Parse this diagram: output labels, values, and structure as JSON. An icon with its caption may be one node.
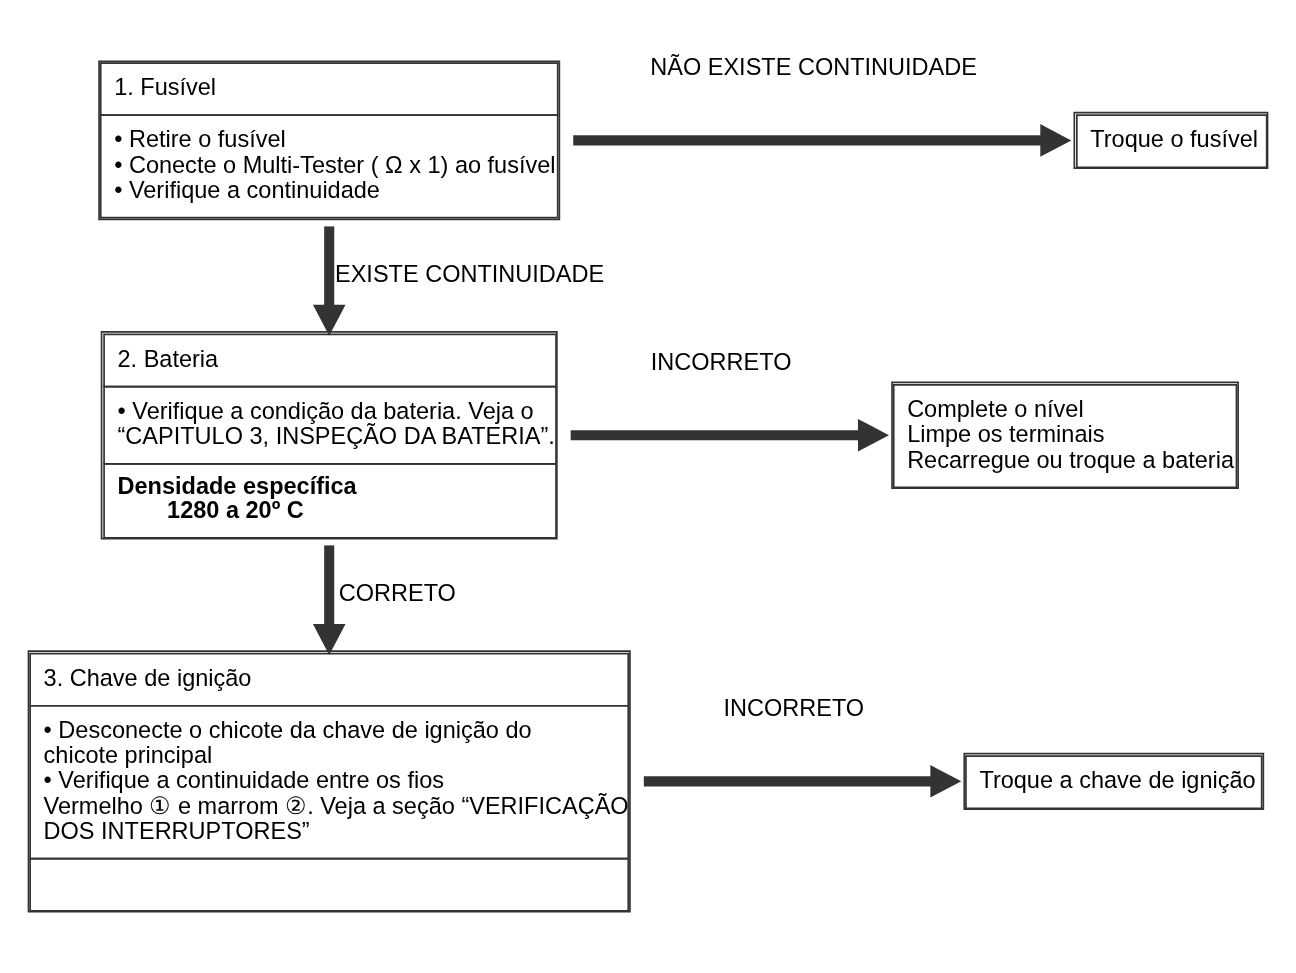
{
  "diagram": {
    "nodes": [
      {
        "text": [
          "1. Fusível",
          "• Retire o fusível",
          "• Conecte o Multi-Tester ( Ω x 1) ao fusível",
          "• Verifique a continuidade"
        ]
      },
      {
        "text": [
          "Troque o fusível"
        ]
      },
      {
        "text": [
          "2. Bateria",
          "• Verifique a condição da bateria. Veja o “CAPITULO 3, INSPEÇÃO DA BATERIA”.",
          "Densidade específica",
          "1280 a 20º C"
        ]
      },
      {
        "text": [
          "Complete o nível",
          "Limpe os terminais",
          "Recarregue ou troque a bateria"
        ]
      },
      {
        "text": [
          "3. Chave de ignição",
          "• Desconecte o chicote da chave de ignição do chicote principal",
          "• Verifique a continuidade entre os fios Vermelho ① e marrom ②. Veja a seção “VERIFICAÇÃO DOS INTERRUPTORES”"
        ]
      },
      {
        "text": [
          "Troque a chave de ignição"
        ]
      }
    ],
    "edges": [
      {
        "from": 0,
        "to": 1,
        "arrow": "to",
        "label": "NÃO EXISTE CONTINUIDADE"
      },
      {
        "from": 0,
        "to": 2,
        "arrow": "to",
        "label": "EXISTE CONTINUIDADE"
      },
      {
        "from": 2,
        "to": 3,
        "arrow": "to",
        "label": "INCORRETO"
      },
      {
        "from": 2,
        "to": 4,
        "arrow": "to",
        "label": "CORRETO"
      },
      {
        "from": 4,
        "to": 5,
        "arrow": "to",
        "label": "INCORRETO"
      }
    ]
  }
}
